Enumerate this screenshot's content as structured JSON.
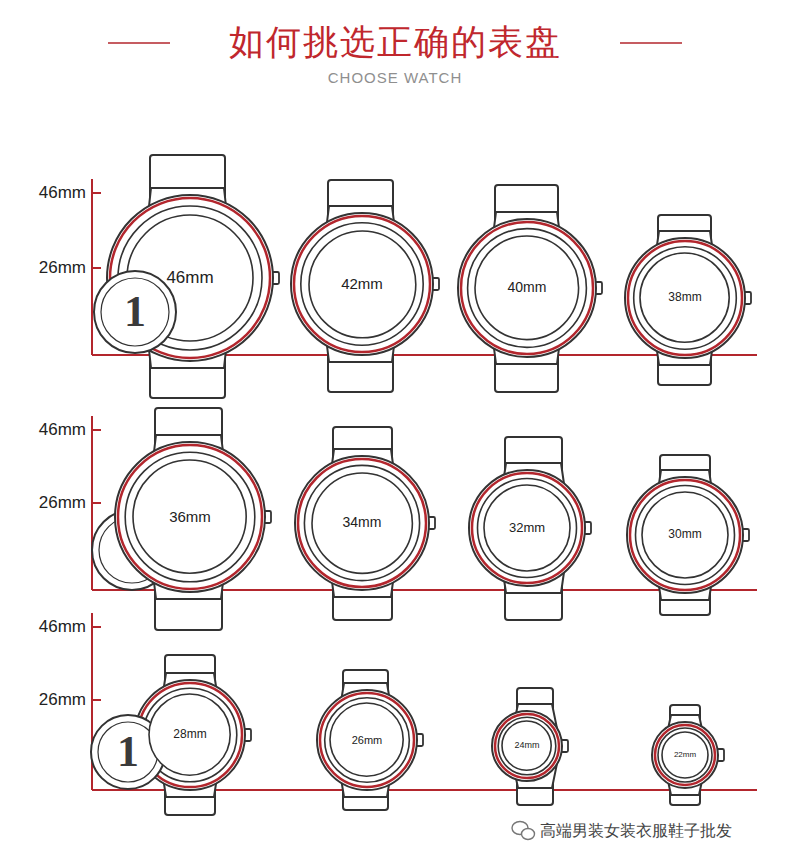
{
  "diagram": {
    "title": "如何挑选正确的表盘",
    "nodes": [
      {
        "text": [
          "1"
        ]
      },
      {
        "text": [
          "46mm"
        ]
      },
      {
        "text": [
          "42mm"
        ]
      },
      {
        "text": [
          "40mm"
        ]
      },
      {
        "text": [
          "38mm"
        ]
      },
      {
        "text": [
          "36mm"
        ]
      },
      {
        "text": [
          "34mm"
        ]
      },
      {
        "text": [
          "32mm"
        ]
      },
      {
        "text": [
          "30mm"
        ]
      },
      {
        "text": [
          "1"
        ]
      },
      {
        "text": [
          "28mm"
        ]
      },
      {
        "text": [
          "26mm"
        ]
      },
      {
        "text": [
          "24mm"
        ]
      },
      {
        "text": [
          "22mm"
        ]
      }
    ],
    "labels": [
      "CHOOSE WATCH",
      "46mm",
      "26mm",
      "46mm",
      "26mm",
      "46mm",
      "26mm",
      "高端男装女装衣服鞋子批发"
    ]
  }
}
